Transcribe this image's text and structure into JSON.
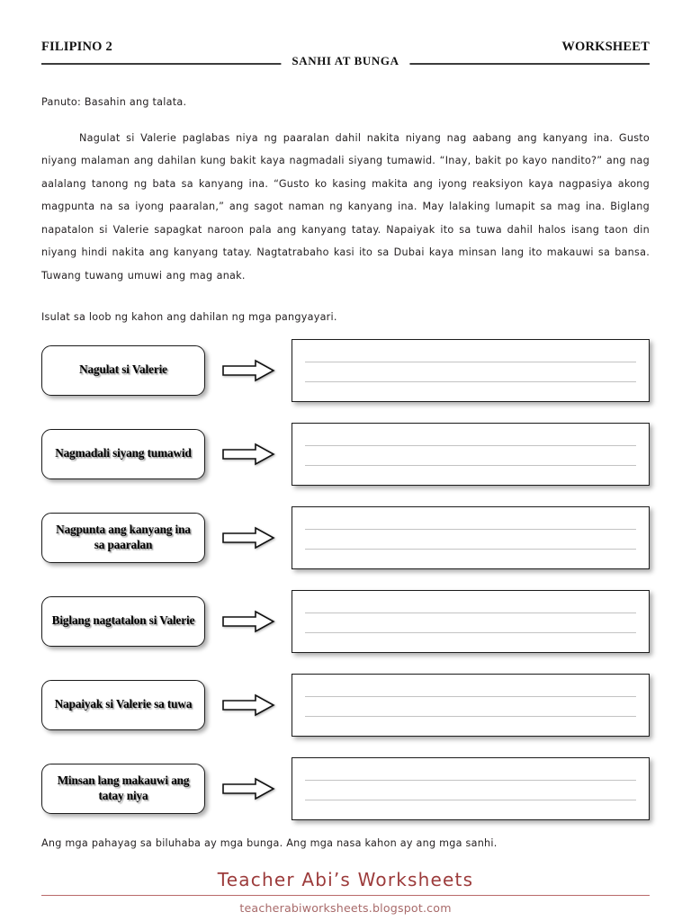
{
  "header": {
    "left": "FILIPINO 2",
    "center": "SANHI AT BUNGA",
    "right": "WORKSHEET"
  },
  "instruction": "Panuto: Basahin ang talata.",
  "paragraph": "Nagulat si Valerie paglabas niya ng paaralan dahil nakita niyang nag aabang ang kanyang ina. Gusto niyang malaman ang dahilan kung bakit kaya nagmadali siyang tumawid. “Inay, bakit po kayo nandito?” ang nag aalalang tanong ng bata sa kanyang ina. “Gusto ko kasing makita ang iyong reaksiyon kaya nagpasiya akong magpunta na sa iyong paaralan,” ang sagot naman ng kanyang ina. May lalaking lumapit sa mag ina. Biglang napatalon si Valerie sapagkat naroon pala ang kanyang tatay. Napaiyak ito sa tuwa dahil halos isang taon din niyang hindi nakita ang kanyang tatay. Nagtatrabaho kasi ito sa Dubai kaya minsan lang ito makauwi sa bansa. Tuwang tuwang umuwi ang mag anak.",
  "instruction2": "Isulat sa loob ng kahon ang dahilan ng mga pangyayari.",
  "rows": [
    {
      "effect": "Nagulat si Valerie",
      "arrow_icon": "right-arrow-icon",
      "answer": ""
    },
    {
      "effect": "Nagmadali siyang tumawid",
      "arrow_icon": "right-arrow-icon",
      "answer": ""
    },
    {
      "effect": "Nagpunta ang kanyang ina sa paaralan",
      "arrow_icon": "right-arrow-icon",
      "answer": ""
    },
    {
      "effect": "Biglang nagtatalon si Valerie",
      "arrow_icon": "right-arrow-icon",
      "answer": ""
    },
    {
      "effect": "Napaiyak si Valerie sa tuwa",
      "arrow_icon": "right-arrow-icon",
      "answer": ""
    },
    {
      "effect": "Minsan lang makauwi ang tatay niya",
      "arrow_icon": "right-arrow-icon",
      "answer": ""
    }
  ],
  "note": "Ang mga pahayag sa biluhaba ay mga bunga. Ang mga nasa kahon ay ang mga sanhi.",
  "footer": {
    "brand": "Teacher Abi’s Worksheets",
    "url": "teacherabiworksheets.blogspot.com"
  },
  "colors": {
    "brand": "#9c3b3b",
    "brand_rule": "#b96a6a",
    "brand_url": "#a86a6a",
    "rule": "#3c3c3c",
    "box_border": "#1c1c1c",
    "writing_line": "#c3c3c3"
  }
}
